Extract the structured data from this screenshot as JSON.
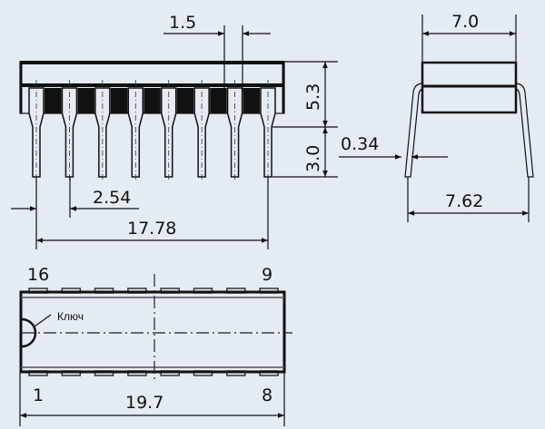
{
  "title": "DIP-16 package outline",
  "front_view": {
    "pin_pitch": "2.54",
    "pin_span": "17.78",
    "lead_width_upper": "1.5",
    "body_height": "5.3",
    "lead_length": "3.0",
    "pin_count_per_side": 8
  },
  "side_view": {
    "body_width": "7.0",
    "lead_thickness": "0.34",
    "row_spacing": "7.62"
  },
  "top_view": {
    "pin_top_left": "16",
    "pin_top_right": "9",
    "pin_bottom_left": "1",
    "pin_bottom_right": "8",
    "body_length": "19.7",
    "key_label": "Ключ"
  }
}
